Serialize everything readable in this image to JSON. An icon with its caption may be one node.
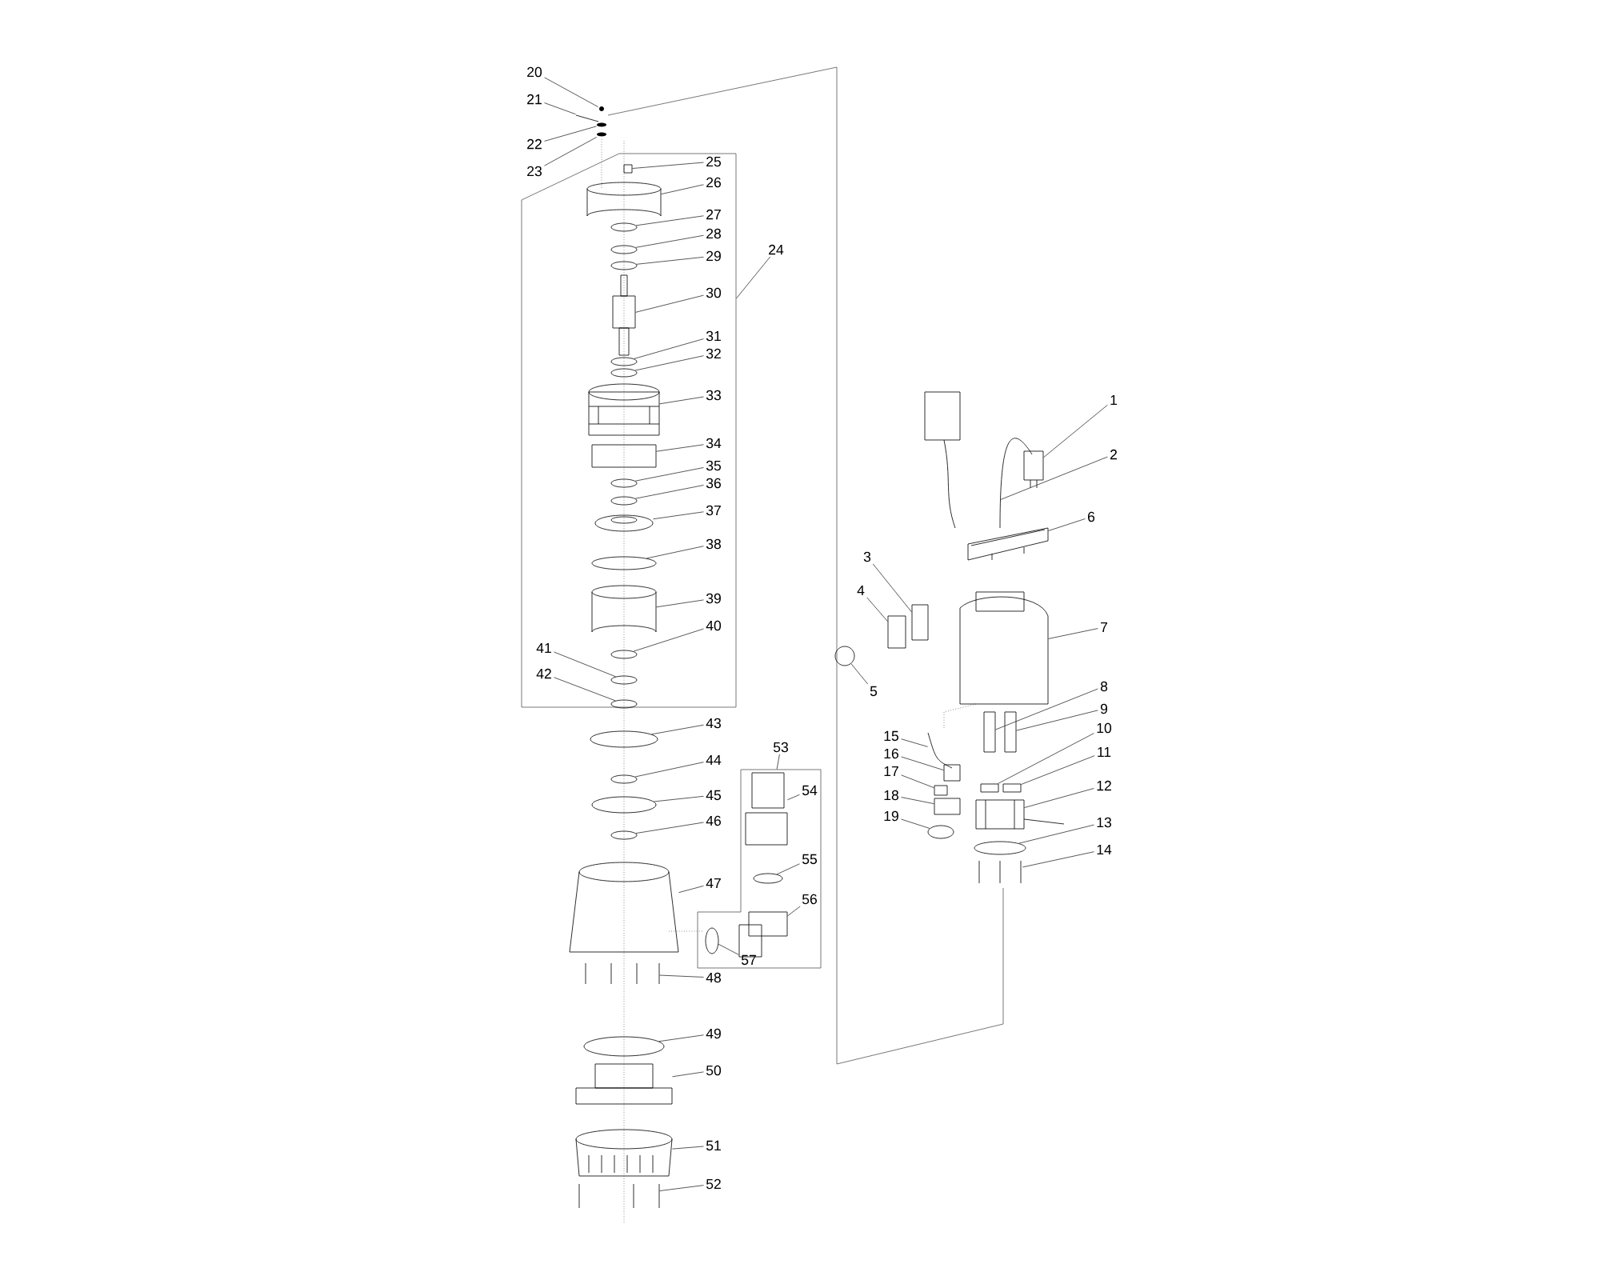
{
  "diagram": {
    "nodes": [
      {
        "text": [
          "1"
        ]
      },
      {
        "text": [
          "2"
        ]
      },
      {
        "text": [
          "3"
        ]
      },
      {
        "text": [
          "4"
        ]
      },
      {
        "text": [
          "5"
        ]
      },
      {
        "text": [
          "6"
        ]
      },
      {
        "text": [
          "7"
        ]
      },
      {
        "text": [
          "8"
        ]
      },
      {
        "text": [
          "9"
        ]
      },
      {
        "text": [
          "10"
        ]
      },
      {
        "text": [
          "11"
        ]
      },
      {
        "text": [
          "12"
        ]
      },
      {
        "text": [
          "13"
        ]
      },
      {
        "text": [
          "14"
        ]
      },
      {
        "text": [
          "15"
        ]
      },
      {
        "text": [
          "16"
        ]
      },
      {
        "text": [
          "17"
        ]
      },
      {
        "text": [
          "18"
        ]
      },
      {
        "text": [
          "19"
        ]
      },
      {
        "text": [
          "20"
        ]
      },
      {
        "text": [
          "21"
        ]
      },
      {
        "text": [
          "22"
        ]
      },
      {
        "text": [
          "23"
        ]
      },
      {
        "text": [
          "24"
        ]
      },
      {
        "text": [],
        "shape": "box"
      },
      {
        "text": [
          "25"
        ],
        "in": 24
      },
      {
        "text": [
          "26"
        ],
        "in": 24
      },
      {
        "text": [
          "27"
        ],
        "in": 24
      },
      {
        "text": [
          "28"
        ],
        "in": 24
      },
      {
        "text": [
          "29"
        ],
        "in": 24
      },
      {
        "text": [
          "30"
        ],
        "in": 24
      },
      {
        "text": [
          "31"
        ],
        "in": 24
      },
      {
        "text": [
          "32"
        ],
        "in": 24
      },
      {
        "text": [
          "33"
        ],
        "in": 24
      },
      {
        "text": [
          "34"
        ],
        "in": 24
      },
      {
        "text": [
          "35"
        ],
        "in": 24
      },
      {
        "text": [
          "36"
        ],
        "in": 24
      },
      {
        "text": [
          "37"
        ],
        "in": 24
      },
      {
        "text": [
          "38"
        ],
        "in": 24
      },
      {
        "text": [
          "39"
        ],
        "in": 24
      },
      {
        "text": [
          "40"
        ],
        "in": 24
      },
      {
        "text": [
          "41"
        ],
        "in": 24
      },
      {
        "text": [
          "42"
        ],
        "in": 24
      },
      {
        "text": [
          "43"
        ]
      },
      {
        "text": [
          "44"
        ]
      },
      {
        "text": [
          "45"
        ]
      },
      {
        "text": [
          "46"
        ]
      },
      {
        "text": [
          "47"
        ]
      },
      {
        "text": [
          "48"
        ]
      },
      {
        "text": [
          "49"
        ]
      },
      {
        "text": [
          "50"
        ]
      },
      {
        "text": [
          "51"
        ]
      },
      {
        "text": [
          "52"
        ]
      },
      {
        "text": [
          "53"
        ]
      },
      {
        "text": [],
        "shape": "box"
      },
      {
        "text": [
          "54"
        ],
        "in": 54
      },
      {
        "text": [
          "55"
        ],
        "in": 54
      },
      {
        "text": [
          "56"
        ],
        "in": 54
      },
      {
        "text": [
          "57"
        ],
        "in": 54
      },
      {
        "text": [],
        "shape": "picture"
      },
      {
        "text": [],
        "shape": "picture"
      },
      {
        "text": [],
        "shape": "box"
      },
      {
        "text": [],
        "shape": "box"
      },
      {
        "text": [],
        "shape": "circle"
      },
      {
        "text": [],
        "shape": "picture"
      },
      {
        "text": [],
        "shape": "picture"
      },
      {
        "text": [],
        "shape": "box"
      },
      {
        "text": [],
        "shape": "box"
      },
      {
        "text": [],
        "shape": "box"
      },
      {
        "text": [],
        "shape": "box"
      },
      {
        "text": [],
        "shape": "picture"
      },
      {
        "text": [],
        "shape": "circle"
      },
      {
        "text": [],
        "shape": "picture"
      },
      {
        "text": [],
        "shape": "picture"
      },
      {
        "text": [],
        "shape": "box"
      },
      {
        "text": [],
        "shape": "box"
      },
      {
        "text": [],
        "shape": "box"
      },
      {
        "text": [],
        "shape": "circle"
      },
      {
        "text": [],
        "shape": "picture"
      },
      {
        "text": [],
        "shape": "picture"
      },
      {
        "text": [],
        "shape": "picture"
      },
      {
        "text": [],
        "shape": "picture"
      },
      {
        "text": [],
        "shape": "box",
        "in": 24
      },
      {
        "text": [],
        "shape": "picture",
        "in": 24
      },
      {
        "text": [],
        "shape": "circle",
        "in": 24
      },
      {
        "text": [],
        "shape": "circle",
        "in": 24
      },
      {
        "text": [],
        "shape": "circle",
        "in": 24
      },
      {
        "text": [],
        "shape": "picture",
        "in": 24
      },
      {
        "text": [],
        "shape": "circle",
        "in": 24
      },
      {
        "text": [],
        "shape": "circle",
        "in": 24
      },
      {
        "text": [],
        "shape": "picture",
        "in": 24
      },
      {
        "text": [],
        "shape": "box",
        "in": 24
      },
      {
        "text": [],
        "shape": "circle",
        "in": 24
      },
      {
        "text": [],
        "shape": "circle",
        "in": 24
      },
      {
        "text": [],
        "shape": "picture",
        "in": 24
      },
      {
        "text": [],
        "shape": "circle",
        "in": 24
      },
      {
        "text": [],
        "shape": "picture",
        "in": 24
      },
      {
        "text": [],
        "shape": "circle",
        "in": 24
      },
      {
        "text": [],
        "shape": "circle",
        "in": 24
      },
      {
        "text": [],
        "shape": "circle",
        "in": 24
      },
      {
        "text": [],
        "shape": "circle"
      },
      {
        "text": [],
        "shape": "circle"
      },
      {
        "text": [],
        "shape": "circle"
      },
      {
        "text": [],
        "shape": "circle"
      },
      {
        "text": [],
        "shape": "picture"
      },
      {
        "text": [],
        "shape": "picture"
      },
      {
        "text": [],
        "shape": "circle"
      },
      {
        "text": [],
        "shape": "picture"
      },
      {
        "text": [],
        "shape": "picture"
      },
      {
        "text": [],
        "shape": "picture"
      },
      {
        "text": [],
        "shape": "picture",
        "in": 54
      },
      {
        "text": [],
        "shape": "circle",
        "in": 54
      },
      {
        "text": [],
        "shape": "picture",
        "in": 54
      },
      {
        "text": [],
        "shape": "circle",
        "in": 54
      }
    ],
    "edges": [
      {
        "from": 0,
        "to": 59,
        "arrow": "none"
      },
      {
        "from": 1,
        "to": 60,
        "arrow": "none"
      },
      {
        "from": 2,
        "to": 61,
        "arrow": "none"
      },
      {
        "from": 3,
        "to": 62,
        "arrow": "none"
      },
      {
        "from": 4,
        "to": 63,
        "arrow": "none"
      },
      {
        "from": 5,
        "to": 64,
        "arrow": "none"
      },
      {
        "from": 6,
        "to": 65,
        "arrow": "none"
      },
      {
        "from": 7,
        "to": 66,
        "arrow": "none"
      },
      {
        "from": 8,
        "to": 67,
        "arrow": "none"
      },
      {
        "from": 9,
        "to": 68,
        "arrow": "none"
      },
      {
        "from": 10,
        "to": 69,
        "arrow": "none"
      },
      {
        "from": 11,
        "to": 70,
        "arrow": "none"
      },
      {
        "from": 12,
        "to": 71,
        "arrow": "none"
      },
      {
        "from": 13,
        "to": 72,
        "arrow": "none"
      },
      {
        "from": 14,
        "to": 73,
        "arrow": "none"
      },
      {
        "from": 15,
        "to": 74,
        "arrow": "none"
      },
      {
        "from": 16,
        "to": 75,
        "arrow": "none"
      },
      {
        "from": 17,
        "to": 76,
        "arrow": "none"
      },
      {
        "from": 18,
        "to": 77,
        "arrow": "none"
      },
      {
        "from": 19,
        "to": 78,
        "arrow": "none"
      },
      {
        "from": 20,
        "to": 79,
        "arrow": "none"
      },
      {
        "from": 21,
        "to": 80,
        "arrow": "none"
      },
      {
        "from": 22,
        "to": 81,
        "arrow": "none"
      },
      {
        "from": 23,
        "to": 24,
        "arrow": "none"
      },
      {
        "from": 25,
        "to": 82,
        "arrow": "none"
      },
      {
        "from": 26,
        "to": 83,
        "arrow": "none"
      },
      {
        "from": 27,
        "to": 84,
        "arrow": "none"
      },
      {
        "from": 28,
        "to": 85,
        "arrow": "none"
      },
      {
        "from": 29,
        "to": 86,
        "arrow": "none"
      },
      {
        "from": 30,
        "to": 87,
        "arrow": "none"
      },
      {
        "from": 31,
        "to": 88,
        "arrow": "none"
      },
      {
        "from": 32,
        "to": 89,
        "arrow": "none"
      },
      {
        "from": 33,
        "to": 90,
        "arrow": "none"
      },
      {
        "from": 34,
        "to": 91,
        "arrow": "none"
      },
      {
        "from": 35,
        "to": 92,
        "arrow": "none"
      },
      {
        "from": 36,
        "to": 93,
        "arrow": "none"
      },
      {
        "from": 37,
        "to": 94,
        "arrow": "none"
      },
      {
        "from": 38,
        "to": 95,
        "arrow": "none"
      },
      {
        "from": 39,
        "to": 96,
        "arrow": "none"
      },
      {
        "from": 40,
        "to": 97,
        "arrow": "none"
      },
      {
        "from": 41,
        "to": 98,
        "arrow": "none"
      },
      {
        "from": 42,
        "to": 99,
        "arrow": "none"
      },
      {
        "from": 43,
        "to": 100,
        "arrow": "none"
      },
      {
        "from": 44,
        "to": 101,
        "arrow": "none"
      },
      {
        "from": 45,
        "to": 102,
        "arrow": "none"
      },
      {
        "from": 46,
        "to": 103,
        "arrow": "none"
      },
      {
        "from": 47,
        "to": 104,
        "arrow": "none"
      },
      {
        "from": 48,
        "to": 105,
        "arrow": "none"
      },
      {
        "from": 49,
        "to": 106,
        "arrow": "none"
      },
      {
        "from": 50,
        "to": 107,
        "arrow": "none"
      },
      {
        "from": 51,
        "to": 108,
        "arrow": "none"
      },
      {
        "from": 52,
        "to": 109,
        "arrow": "none"
      },
      {
        "from": 53,
        "to": 54,
        "arrow": "none"
      },
      {
        "from": 55,
        "to": 110,
        "arrow": "none"
      },
      {
        "from": 56,
        "to": 111,
        "arrow": "none"
      },
      {
        "from": 57,
        "to": 112,
        "arrow": "none"
      },
      {
        "from": 58,
        "to": 113,
        "arrow": "none"
      }
    ]
  }
}
